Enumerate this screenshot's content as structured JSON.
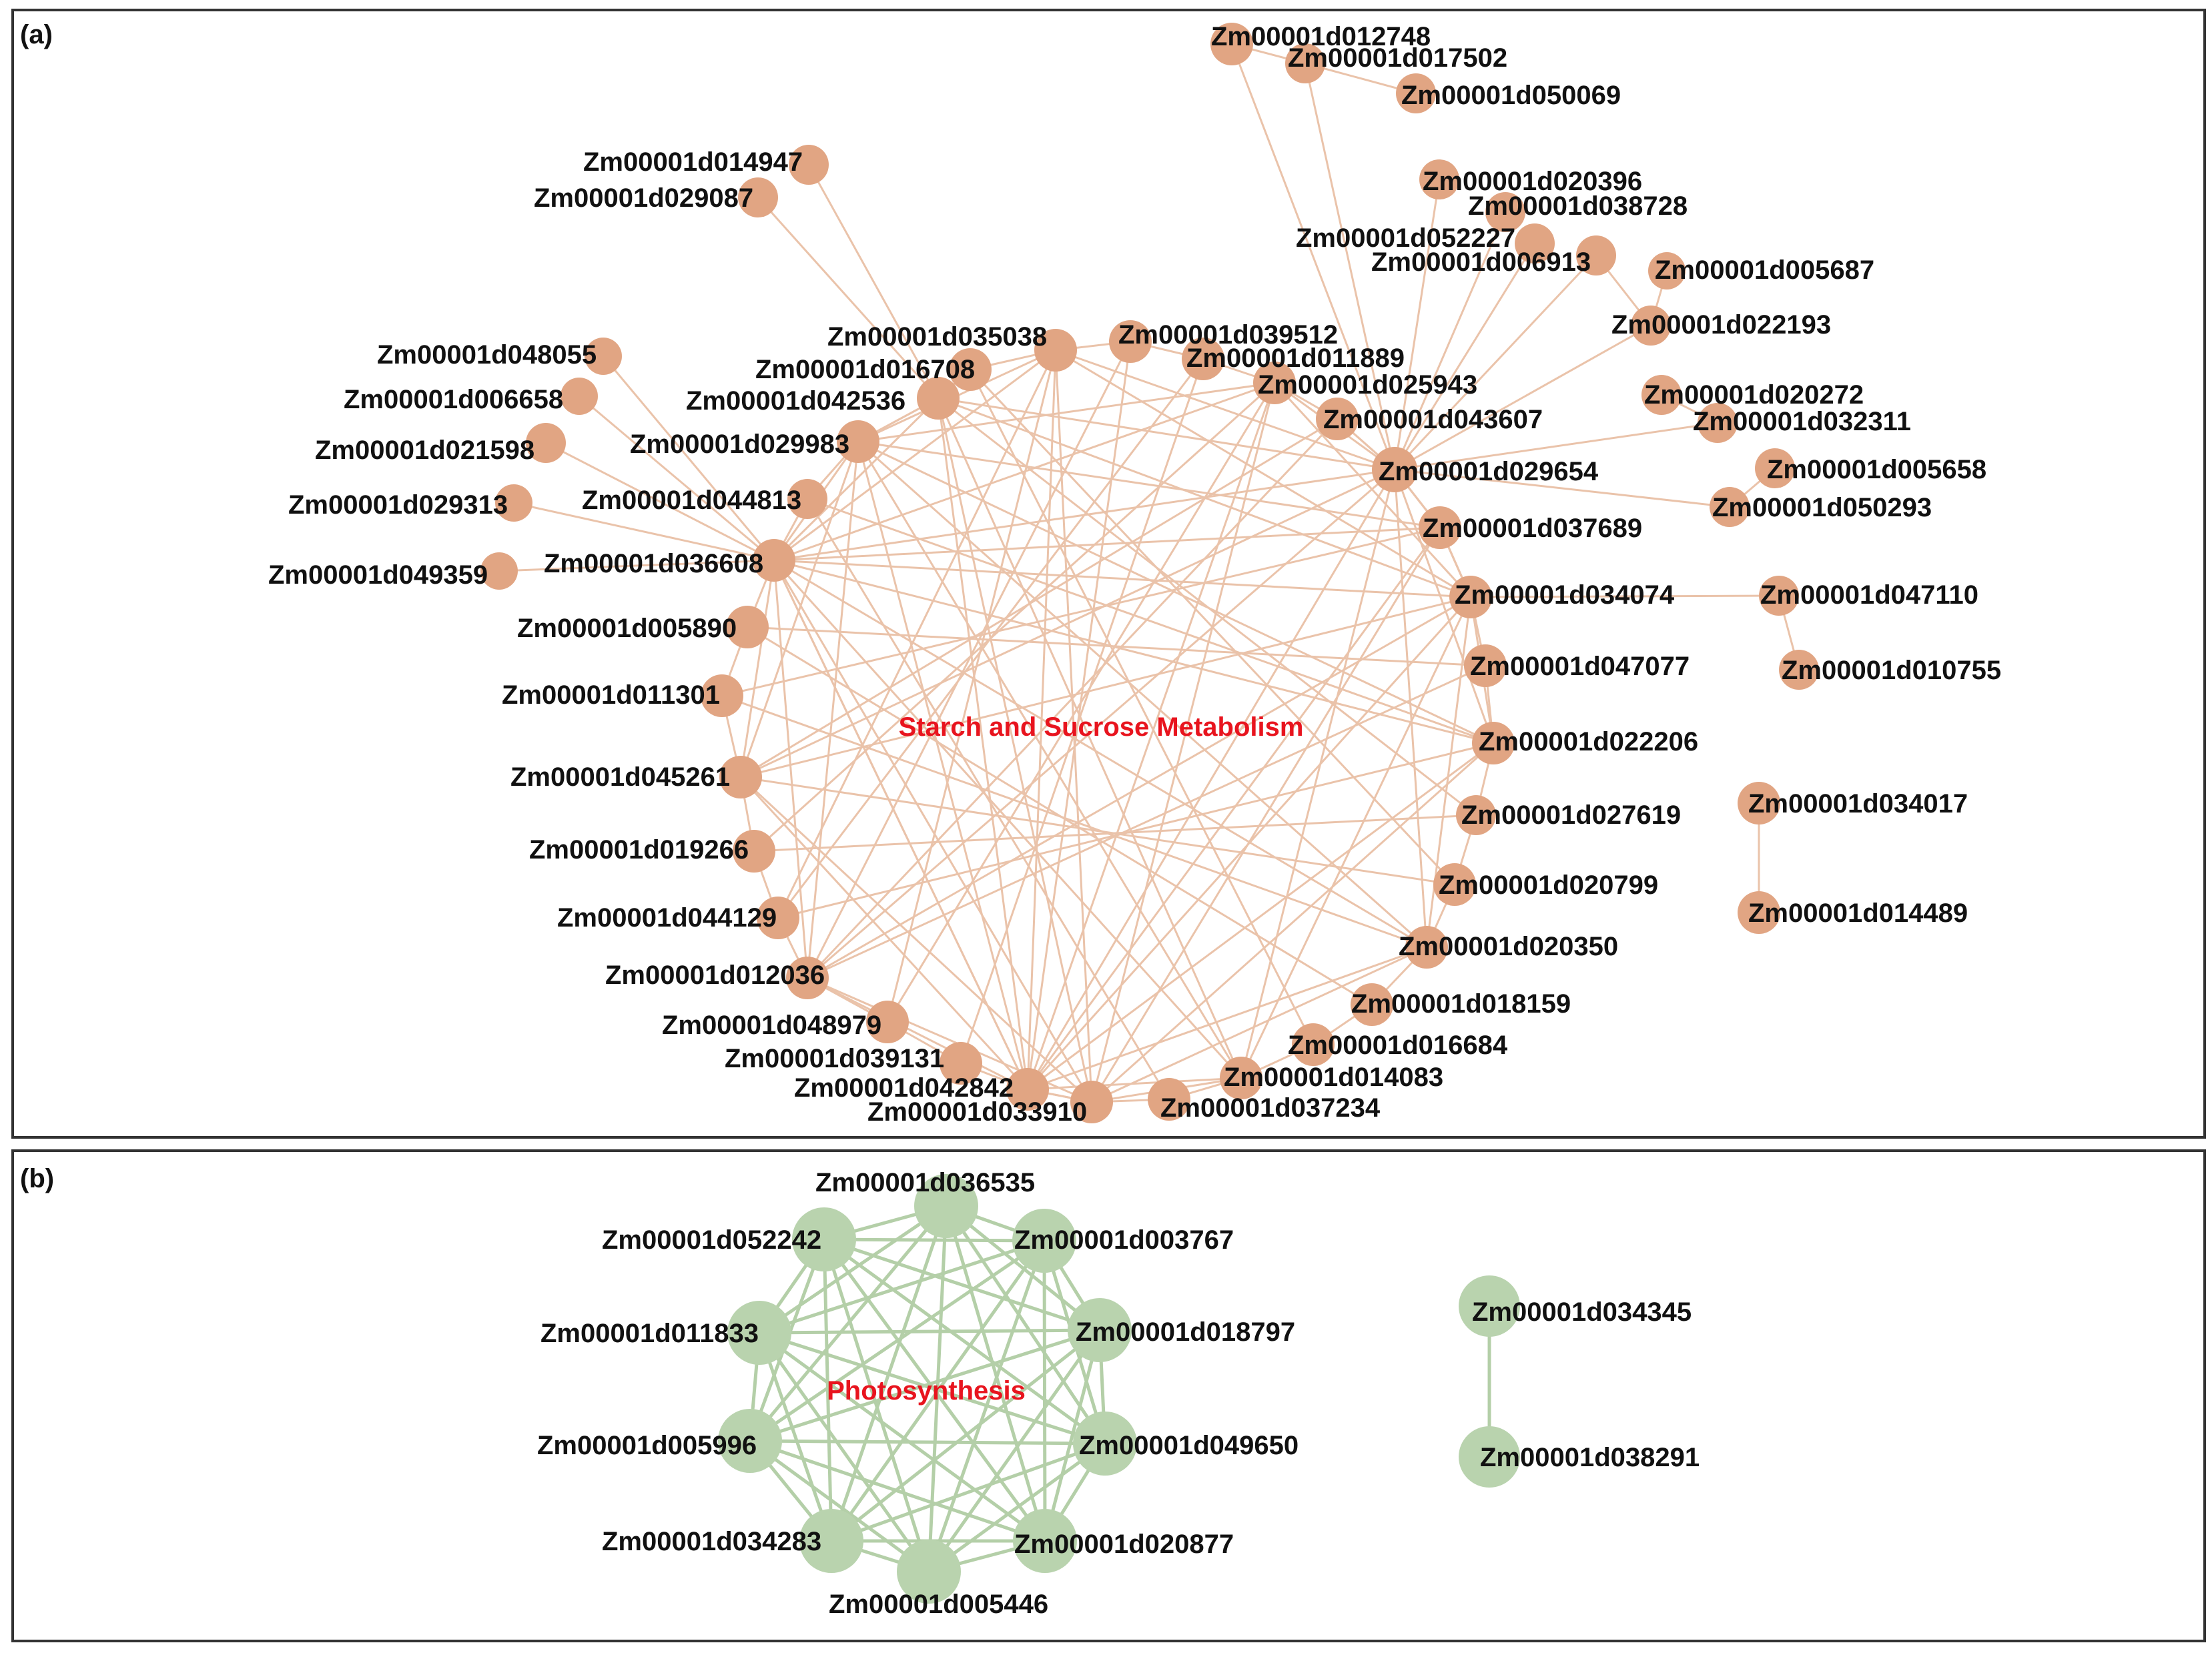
{
  "panels": [
    {
      "id": "a",
      "label": "(a)",
      "center_label": "Starch and Sucrose Metabolism",
      "node_color": "#E1A583",
      "edge_color": "#EAC3AA",
      "label_color": "#E8141E",
      "nodes": [
        "Zm00001d012748",
        "Zm00001d017502",
        "Zm00001d050069",
        "Zm00001d014947",
        "Zm00001d029087",
        "Zm00001d020396",
        "Zm00001d038728",
        "Zm00001d052227",
        "Zm00001d006913",
        "Zm00001d005687",
        "Zm00001d022193",
        "Zm00001d035038",
        "Zm00001d039512",
        "Zm00001d016708",
        "Zm00001d011889",
        "Zm00001d048055",
        "Zm00001d006658",
        "Zm00001d042536",
        "Zm00001d025943",
        "Zm00001d020272",
        "Zm00001d043607",
        "Zm00001d032311",
        "Zm00001d021598",
        "Zm00001d029983",
        "Zm00001d029654",
        "Zm00001d005658",
        "Zm00001d029313",
        "Zm00001d044813",
        "Zm00001d050293",
        "Zm00001d037689",
        "Zm00001d049359",
        "Zm00001d036608",
        "Zm00001d034074",
        "Zm00001d047110",
        "Zm00001d005890",
        "Zm00001d047077",
        "Zm00001d010755",
        "Zm00001d011301",
        "Zm00001d022206",
        "Zm00001d045261",
        "Zm00001d034017",
        "Zm00001d027619",
        "Zm00001d019266",
        "Zm00001d020799",
        "Zm00001d014489",
        "Zm00001d044129",
        "Zm00001d020350",
        "Zm00001d012036",
        "Zm00001d018159",
        "Zm00001d048979",
        "Zm00001d016684",
        "Zm00001d039131",
        "Zm00001d014083",
        "Zm00001d042842",
        "Zm00001d033910",
        "Zm00001d037234"
      ]
    },
    {
      "id": "b",
      "label": "(b)",
      "center_label": "Photosynthesis",
      "node_color": "#B9D3AE",
      "edge_color": "#B4CFA8",
      "label_color": "#E8141E",
      "nodes": [
        "Zm00001d036535",
        "Zm00001d052242",
        "Zm00001d003767",
        "Zm00001d011833",
        "Zm00001d018797",
        "Zm00001d034345",
        "Zm00001d005996",
        "Zm00001d049650",
        "Zm00001d038291",
        "Zm00001d034283",
        "Zm00001d020877",
        "Zm00001d005446"
      ]
    }
  ]
}
